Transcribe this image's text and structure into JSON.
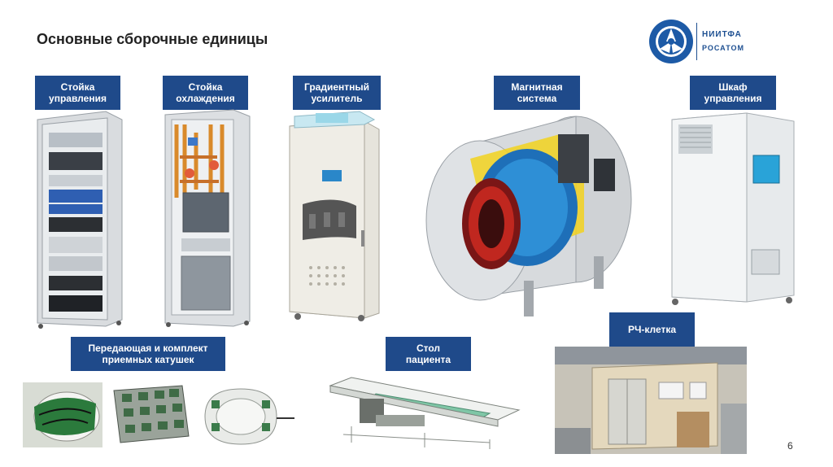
{
  "slide": {
    "title": "Основные сборочные единицы",
    "logo": {
      "line1": "НИИТФА",
      "line2": "РОСАТОМ"
    },
    "labels": {
      "control_rack": [
        "Стойка",
        "управления"
      ],
      "cooling_rack": [
        "Стойка",
        "охлаждения"
      ],
      "gradient_amp": [
        "Градиентный",
        "усилитель"
      ],
      "magnet_system": [
        "Магнитная",
        "система"
      ],
      "control_cabinet": [
        "Шкаф",
        "управления"
      ],
      "coils": [
        "Передающая и комплект",
        "приемных катушек"
      ],
      "patient_table": [
        "Стол",
        "пациента"
      ],
      "rf_cage": [
        "РЧ-клетка"
      ]
    },
    "page_number": "6"
  }
}
